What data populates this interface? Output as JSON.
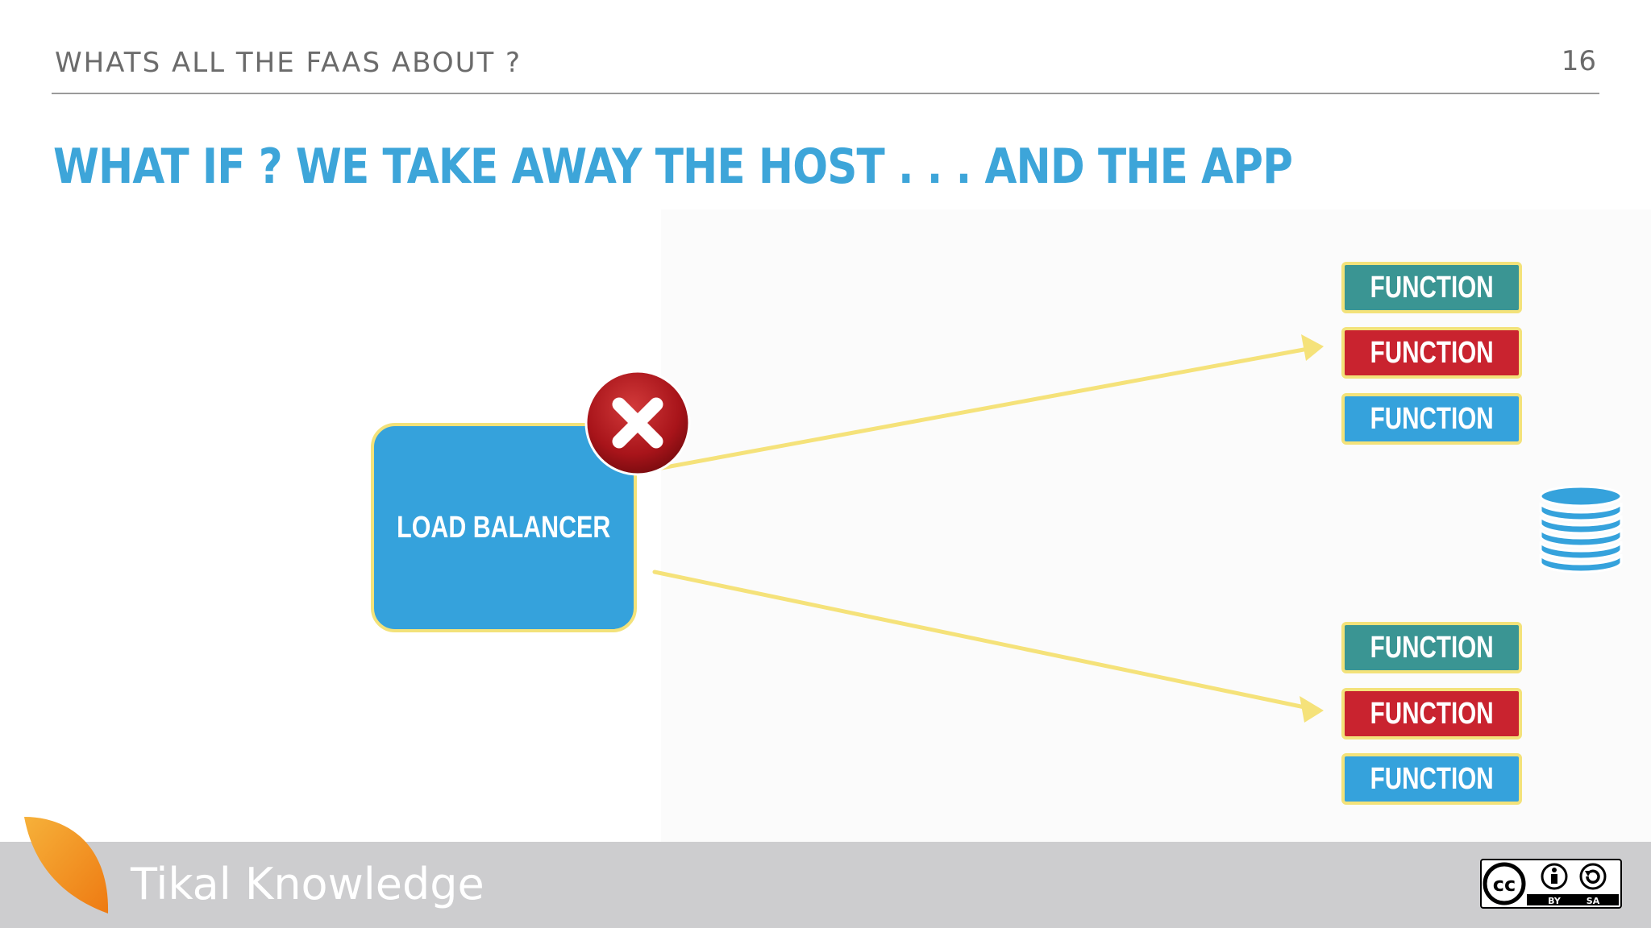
{
  "header": {
    "section_title": "WHATS ALL THE FAAS ABOUT ?",
    "page_number": "16"
  },
  "slide": {
    "title": "WHAT IF ? WE TAKE AWAY THE HOST . . . AND THE APP"
  },
  "diagram": {
    "load_balancer_label": "LOAD BALANCER",
    "top_functions": [
      {
        "label": "FUNCTION",
        "color": "#3a9593"
      },
      {
        "label": "FUNCTION",
        "color": "#c9232f"
      },
      {
        "label": "FUNCTION",
        "color": "#35a2dc"
      }
    ],
    "bottom_functions": [
      {
        "label": "FUNCTION",
        "color": "#3a9593"
      },
      {
        "label": "FUNCTION",
        "color": "#c9232f"
      },
      {
        "label": "FUNCTION",
        "color": "#35a2dc"
      }
    ],
    "icons": {
      "remove": "remove-icon",
      "database": "database-icon"
    },
    "arrow_color": "#f5e27a"
  },
  "footer": {
    "brand": "Tikal Knowledge",
    "license_by": "BY",
    "license_sa": "SA"
  },
  "colors": {
    "accent": "#3da5d9",
    "header_text": "#6b6b6b",
    "footer_bg": "#cdcdcf",
    "logo_orange": "#f39a1c"
  }
}
